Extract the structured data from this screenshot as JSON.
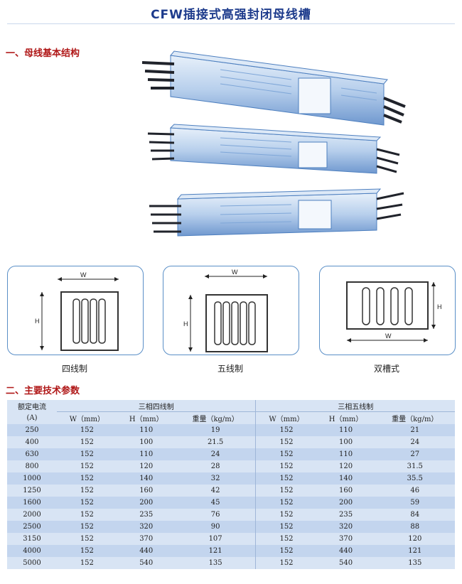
{
  "page": {
    "title": "CFW插接式高强封闭母线槽"
  },
  "section1": {
    "heading": "一、母线基本结构"
  },
  "section2": {
    "heading": "二、主要技术参数"
  },
  "diagrams": [
    {
      "caption": "四线制",
      "w_label": "W",
      "h_label": "H"
    },
    {
      "caption": "五线制",
      "w_label": "W",
      "h_label": "H"
    },
    {
      "caption": "双槽式",
      "w_label": "W",
      "h_label": "H"
    }
  ],
  "table": {
    "first_header": {
      "line1": "额定电流",
      "line2": "(A)"
    },
    "group_headers": [
      "三相四线制",
      "三相五线制"
    ],
    "sub_headers": [
      "W（mm）",
      "H（mm）",
      "重量（kg/m）",
      "W（mm）",
      "H（mm）",
      "重量（kg/m）"
    ],
    "rows": [
      [
        "250",
        "152",
        "110",
        "19",
        "152",
        "110",
        "21"
      ],
      [
        "400",
        "152",
        "100",
        "21.5",
        "152",
        "100",
        "24"
      ],
      [
        "630",
        "152",
        "110",
        "24",
        "152",
        "110",
        "27"
      ],
      [
        "800",
        "152",
        "120",
        "28",
        "152",
        "120",
        "31.5"
      ],
      [
        "1000",
        "152",
        "140",
        "32",
        "152",
        "140",
        "35.5"
      ],
      [
        "1250",
        "152",
        "160",
        "42",
        "152",
        "160",
        "46"
      ],
      [
        "1600",
        "152",
        "200",
        "45",
        "152",
        "200",
        "59"
      ],
      [
        "2000",
        "152",
        "235",
        "76",
        "152",
        "235",
        "84"
      ],
      [
        "2500",
        "152",
        "320",
        "90",
        "152",
        "320",
        "88"
      ],
      [
        "3150",
        "152",
        "370",
        "107",
        "152",
        "370",
        "120"
      ],
      [
        "4000",
        "152",
        "440",
        "121",
        "152",
        "440",
        "121"
      ],
      [
        "5000",
        "152",
        "540",
        "135",
        "152",
        "540",
        "135"
      ]
    ]
  },
  "colors": {
    "title": "#1d3b8c",
    "heading": "#b01818",
    "table_bg": "#d8e4f4",
    "table_band": "#c3d5ee",
    "frame": "#5a8fc7"
  }
}
